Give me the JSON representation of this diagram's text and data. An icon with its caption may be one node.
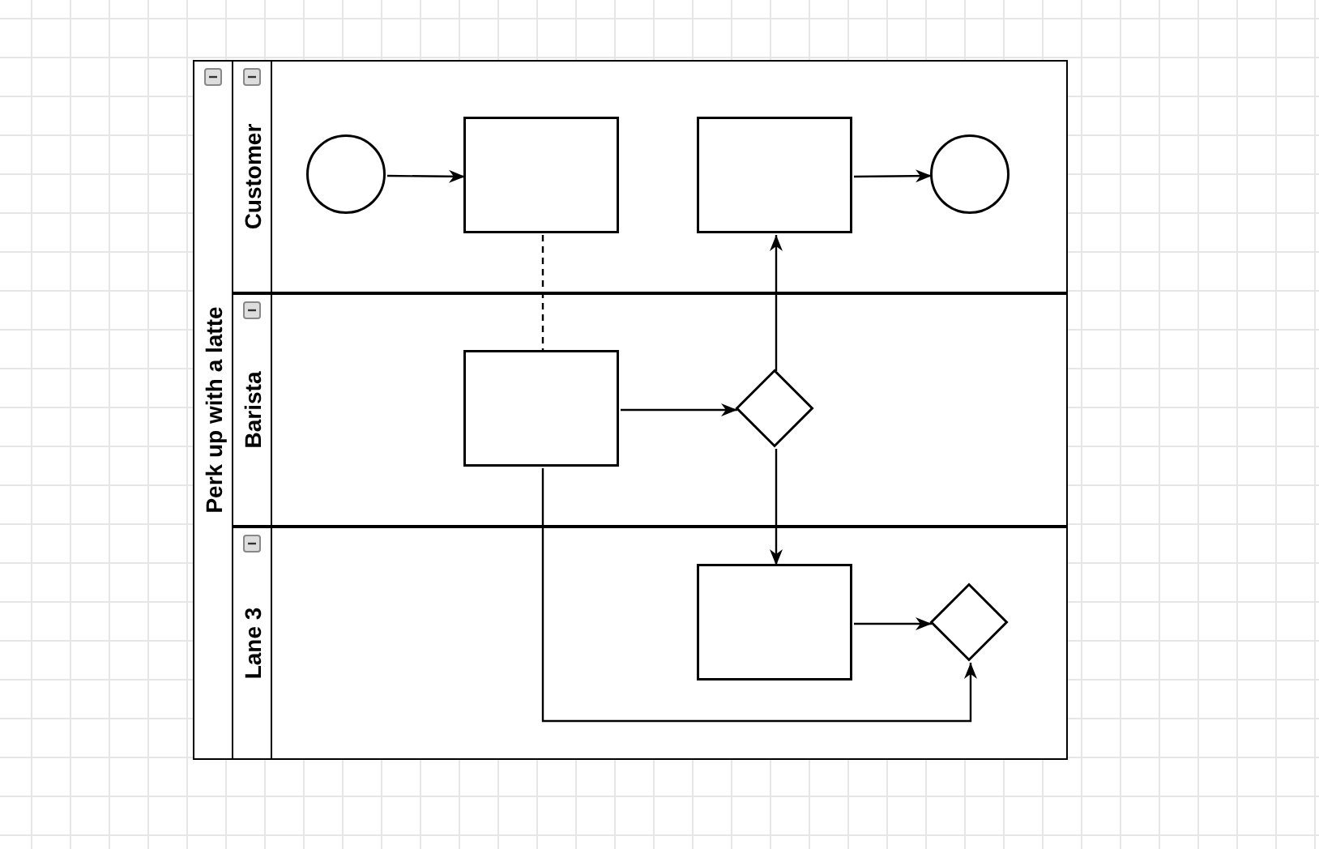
{
  "diagram": {
    "nodes": [
      {
        "text": [
          "Perk up with a latte"
        ]
      },
      {
        "text": [
          "Customer"
        ],
        "in": 0
      },
      {
        "text": [
          "Barista"
        ],
        "in": 0
      },
      {
        "text": [
          "Lane 3"
        ],
        "in": 0
      },
      {
        "text": [],
        "shape": "circle",
        "in": 1
      },
      {
        "text": [],
        "shape": "box",
        "in": 1
      },
      {
        "text": [],
        "shape": "box",
        "in": 1
      },
      {
        "text": [],
        "shape": "circle",
        "in": 1
      },
      {
        "text": [],
        "shape": "box",
        "in": 2
      },
      {
        "text": [],
        "shape": "diamond",
        "in": 2
      },
      {
        "text": [],
        "shape": "box",
        "in": 3
      },
      {
        "text": [],
        "shape": "diamond",
        "in": 3
      }
    ],
    "edges": [
      {
        "from": 4,
        "to": 5,
        "arrow": "to"
      },
      {
        "from": 6,
        "to": 7,
        "arrow": "to"
      },
      {
        "from": 5,
        "to": 8,
        "arrow": "none",
        "style": "dashed"
      },
      {
        "from": 8,
        "to": 9,
        "arrow": "to"
      },
      {
        "from": 9,
        "to": 6,
        "arrow": "to"
      },
      {
        "from": 9,
        "to": 10,
        "arrow": "to"
      },
      {
        "from": 10,
        "to": 11,
        "arrow": "to"
      },
      {
        "from": 8,
        "to": 11,
        "arrow": "to"
      }
    ]
  }
}
